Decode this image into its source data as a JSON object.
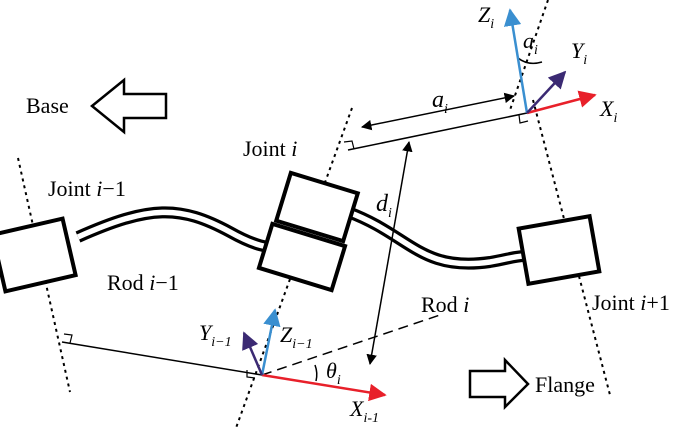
{
  "labels": {
    "base": "Base",
    "flange": "Flange",
    "joint_i": "Joint",
    "joint_i_var": "i",
    "joint_im1": "Joint",
    "joint_im1_var": "i",
    "joint_im1_suffix": "−1",
    "joint_ip1": "Joint",
    "joint_ip1_var": "i",
    "joint_ip1_suffix": "+1",
    "rod_im1": "Rod",
    "rod_im1_var": "i",
    "rod_im1_suffix": "−1",
    "rod_i": "Rod",
    "rod_i_var": "i"
  },
  "axes": {
    "z_i": {
      "main": "Z",
      "sub": "i"
    },
    "y_i": {
      "main": "Y",
      "sub": "i"
    },
    "x_i": {
      "main": "X",
      "sub": "i"
    },
    "z_im1": {
      "main": "Z",
      "sub": "i−1"
    },
    "y_im1": {
      "main": "Y",
      "sub": "i−1"
    },
    "x_im1": {
      "main": "X",
      "sub": "i-1"
    }
  },
  "params": {
    "alpha_top": {
      "main": "a",
      "sub": "i"
    },
    "a_len": {
      "main": "a",
      "sub": "i"
    },
    "d_len": {
      "main": "d",
      "sub": "i"
    },
    "theta": {
      "main": "θ",
      "sub": "i"
    }
  },
  "colors": {
    "x_axis": "#e8202a",
    "z_axis": "#3a8fd0",
    "y_axis": "#3b2a73",
    "ink": "#000000"
  }
}
